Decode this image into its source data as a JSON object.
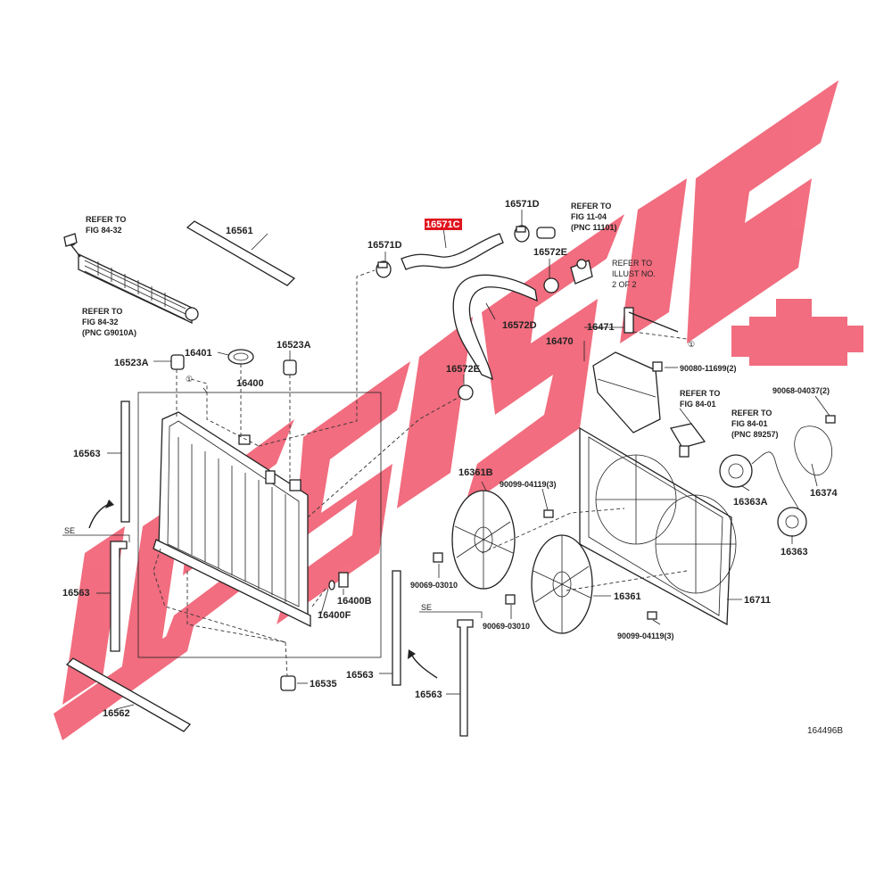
{
  "watermark": {
    "color": "#f05a6e"
  },
  "highlight": {
    "color": "#e0141e"
  },
  "footer": {
    "code": "164496B"
  },
  "parts": {
    "p16561": "16561",
    "p16401": "16401",
    "p16523A_l": "16523A",
    "p16523A_r": "16523A",
    "p16400": "16400",
    "p16563_a": "16563",
    "p16563_b": "16563",
    "p16563_c": "16563",
    "p16563_d": "16563",
    "p16562": "16562",
    "p16535": "16535",
    "p16400B": "16400B",
    "p16400F": "16400F",
    "p16571C": "16571C",
    "p16571D_l": "16571D",
    "p16571D_r": "16571D",
    "p16572E_t": "16572E",
    "p16572E_b": "16572E",
    "p16572D": "16572D",
    "p16471": "16471",
    "p16470": "16470",
    "p90080": "90080-11699(2)",
    "p90068": "90068-04037(2)",
    "p16361B": "16361B",
    "p90099_t": "90099-04119(3)",
    "p90099_b": "90099-04119(3)",
    "p90069_l": "90069-03010",
    "p90069_r": "90069-03010",
    "p16361": "16361",
    "p16711": "16711",
    "p16363A": "16363A",
    "p16363": "16363",
    "p16374": "16374"
  },
  "notes": {
    "refer_8432_top_1": "REFER TO",
    "refer_8432_top_2": "FIG 84-32",
    "refer_8432_bot_1": "REFER TO",
    "refer_8432_bot_2": "FIG 84-32",
    "refer_8432_bot_3": "(PNC G9010A)",
    "refer_1104_1": "REFER TO",
    "refer_1104_2": "FIG 11-04",
    "refer_1104_3": "(PNC 11101)",
    "refer_illust_1": "REFER TO",
    "refer_illust_2": "ILLUST NO.",
    "refer_illust_3": "2 OF 2",
    "refer_8401a_1": "REFER TO",
    "refer_8401a_2": "FIG 84-01",
    "refer_8401b_1": "REFER TO",
    "refer_8401b_2": "FIG 84-01",
    "refer_8401b_3": "(PNC 89257)",
    "se_left": "SE",
    "se_right": "SE",
    "circle1_a": "①",
    "circle1_b": "①"
  }
}
